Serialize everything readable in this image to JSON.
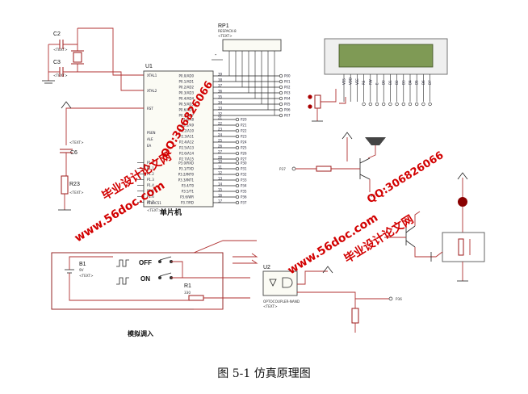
{
  "labels": {
    "rp1": "RP1",
    "rp1_part": "RESPACK-8",
    "u1": "U1",
    "u1_part": "AT89C51",
    "u2": "U2",
    "u2_part": "OPTOCOUPLER-NAND",
    "c2": "C2",
    "c3": "C3",
    "c6": "C6",
    "r23": "R23",
    "r1": "R1",
    "r1_val": "330",
    "b1": "B1",
    "b1_val": "9V",
    "xtal1": "XTAL1",
    "xtal2": "XTAL2",
    "rst": "RST",
    "mcu_cn": "单片机",
    "analog_cn": "模拟调入",
    "off": "OFF",
    "on": "ON",
    "text_ph": "<TEXT>",
    "p37": "P37",
    "p36": "P36",
    "pin9v": "+9V",
    "minus": "-"
  },
  "pins": {
    "p0_left": [
      "P0.0/AD0",
      "P0.1/AD1",
      "P0.2/AD2",
      "P0.3/AD3",
      "P0.4/AD4",
      "P0.5/AD5",
      "P0.6/AD6",
      "P0.7/AD7"
    ],
    "p0_nums": [
      "39",
      "38",
      "37",
      "36",
      "35",
      "34",
      "33",
      "32"
    ],
    "p0_nets": [
      "P00",
      "P01",
      "P02",
      "P03",
      "P04",
      "P05",
      "P06",
      "P07"
    ],
    "p2_left": [
      "P2.0/A8",
      "P2.1/A9",
      "P2.2/A10",
      "P2.3/A11",
      "P2.4/A12",
      "P2.5/A13",
      "P2.6/A14",
      "P2.7/A15"
    ],
    "p2_nums": [
      "21",
      "22",
      "23",
      "24",
      "25",
      "26",
      "27",
      "28"
    ],
    "p2_nets": [
      "P20",
      "P21",
      "P22",
      "P23",
      "P24",
      "P25",
      "P26",
      "P27"
    ],
    "p3_left": [
      "P3.0/RXD",
      "P3.1/TXD",
      "P3.2/INT0",
      "P3.3/INT1",
      "P3.4/T0",
      "P3.5/T1",
      "P3.6/WR",
      "P3.7/RD"
    ],
    "p3_nums": [
      "10",
      "11",
      "12",
      "13",
      "14",
      "15",
      "16",
      "17"
    ],
    "p3_nets": [
      "P30",
      "P31",
      "P32",
      "P33",
      "P34",
      "P35",
      "P36",
      "P37"
    ],
    "p1_left": [
      "P1.0",
      "P1.1",
      "P1.2",
      "P1.3",
      "P1.4",
      "P1.5",
      "P1.6",
      "P1.7"
    ],
    "ctrl_left": [
      "PSEN",
      "ALE",
      "EA"
    ],
    "lcd_pins": [
      "VSS",
      "VDD",
      "VEE",
      "RS",
      "RW",
      "E",
      "D0",
      "D1",
      "D2",
      "D3",
      "D4",
      "D5",
      "D6",
      "D7"
    ]
  },
  "watermarks": {
    "w1": "毕业设计论文网",
    "w2": "www.56doc.com",
    "w3": "QQ:306826066"
  },
  "caption": "图 5-1  仿真原理图"
}
